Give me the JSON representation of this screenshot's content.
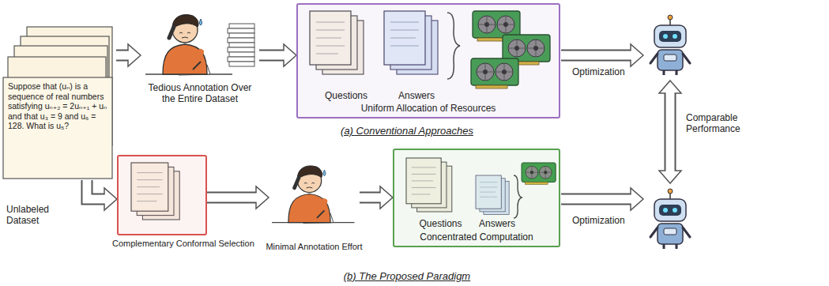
{
  "diagram": {
    "nodes": [
      {
        "text": [
          "Suppose that (uₙ) is a sequence of real numbers satisfying uₙ₊₂ = 2uₙ₊₁ + uₙ and that u₃ = 9 and u₆ = 128. What is u₅?"
        ]
      },
      {
        "text": [
          "Tedious Annotation Over the Entire Dataset"
        ]
      },
      {
        "text": [
          "Uniform Allocation of Resources"
        ]
      },
      {
        "text": [
          "Questions"
        ],
        "in": 2
      },
      {
        "text": [
          "Answers"
        ],
        "in": 2
      },
      {
        "text": [
          "Complementary Conformal Selection"
        ]
      },
      {
        "text": [
          "Minimal Annotation Effort"
        ]
      },
      {
        "text": [
          "Concentrated Computation"
        ]
      },
      {
        "text": [
          "Questions"
        ],
        "in": 7
      },
      {
        "text": [
          "Answers"
        ],
        "in": 7
      }
    ],
    "edges": [
      {
        "from": 0,
        "to": 1,
        "arrow": "to"
      },
      {
        "from": 1,
        "to": 2,
        "arrow": "to"
      },
      {
        "from": 0,
        "to": 5,
        "arrow": "to"
      },
      {
        "from": 5,
        "to": 6,
        "arrow": "to"
      },
      {
        "from": 6,
        "to": 7,
        "arrow": "to"
      }
    ],
    "labels": [
      "Unlabeled Dataset",
      "(a) Conventional Approaches",
      "Optimization",
      "Comparable Performance",
      "Optimization",
      "(b) The Proposed Paradigm"
    ]
  }
}
